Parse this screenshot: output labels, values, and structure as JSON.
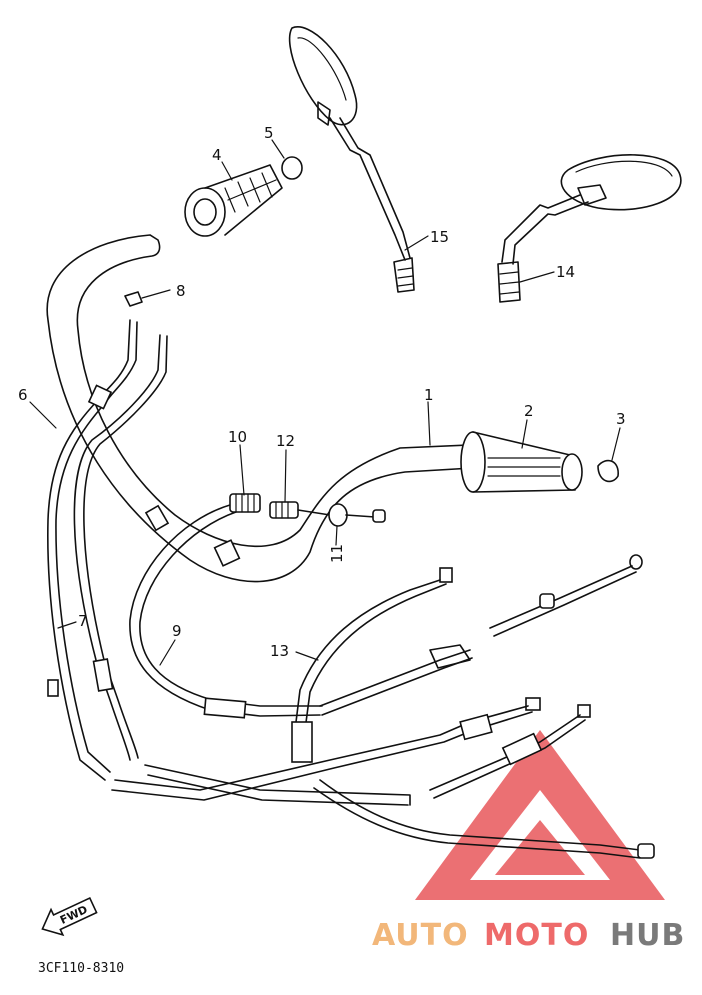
{
  "diagram": {
    "code": "3CF110-8310",
    "fwd_label": "FWD",
    "watermark": {
      "prefix": "AUTO",
      "middle": "MOTO",
      "suffix": "HUB",
      "colors": {
        "triangle": "#e8575a",
        "prefix": "#f2b77a",
        "middle": "#ee6a6a",
        "suffix": "#7a7a7a"
      }
    },
    "parts": [
      {
        "num": "1",
        "name": "handlebar"
      },
      {
        "num": "2",
        "name": "grip-right"
      },
      {
        "num": "3",
        "name": "grip-end-right"
      },
      {
        "num": "4",
        "name": "grip-left"
      },
      {
        "num": "5",
        "name": "grip-end-left"
      },
      {
        "num": "6",
        "name": "cable-6"
      },
      {
        "num": "7",
        "name": "cable-7"
      },
      {
        "num": "8",
        "name": "cable-end-8"
      },
      {
        "num": "9",
        "name": "cable-9"
      },
      {
        "num": "10",
        "name": "adjuster-10"
      },
      {
        "num": "11",
        "name": "nut-11"
      },
      {
        "num": "12",
        "name": "adjuster-12"
      },
      {
        "num": "13",
        "name": "cable-13"
      },
      {
        "num": "14",
        "name": "mirror-right"
      },
      {
        "num": "15",
        "name": "mirror-left"
      }
    ]
  }
}
